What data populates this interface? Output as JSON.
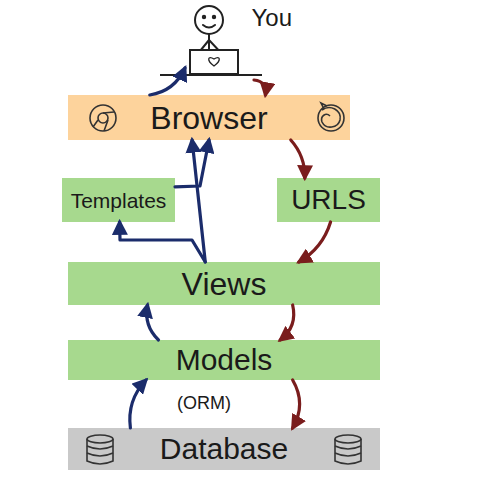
{
  "diagram": {
    "nodes": [
      {
        "text": [
          "You"
        ]
      },
      {
        "text": [
          "Browser"
        ]
      },
      {
        "text": [
          "Templates"
        ]
      },
      {
        "text": [
          "URLS"
        ]
      },
      {
        "text": [
          "Views"
        ]
      },
      {
        "text": [
          "Models",
          "(ORM)"
        ]
      },
      {
        "text": [
          "Database"
        ]
      }
    ],
    "edges": [
      {
        "from": 0,
        "to": 1,
        "arrow": "to"
      },
      {
        "from": 1,
        "to": 3,
        "arrow": "to"
      },
      {
        "from": 3,
        "to": 4,
        "arrow": "to"
      },
      {
        "from": 4,
        "to": 5,
        "arrow": "to"
      },
      {
        "from": 5,
        "to": 6,
        "arrow": "to"
      },
      {
        "from": 6,
        "to": 5,
        "arrow": "to"
      },
      {
        "from": 5,
        "to": 4,
        "arrow": "to"
      },
      {
        "from": 4,
        "to": 2,
        "arrow": "to"
      },
      {
        "from": 2,
        "to": 1,
        "arrow": "to"
      },
      {
        "from": 4,
        "to": 1,
        "arrow": "to"
      },
      {
        "from": 1,
        "to": 0,
        "arrow": "to"
      }
    ]
  }
}
